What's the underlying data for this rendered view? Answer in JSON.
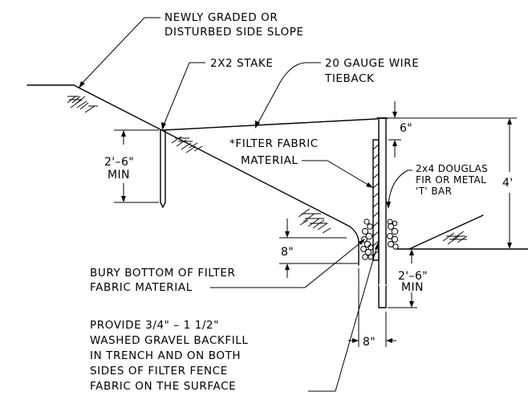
{
  "labels": {
    "slope_line1": "NEWLY GRADED OR",
    "slope_line2": "DISTURBED SIDE SLOPE",
    "stake": "2X2 STAKE",
    "wire_line1": "20 GAUGE WIRE",
    "wire_line2": "TIEBACK",
    "fabric_line1": "*FILTER FABRIC",
    "fabric_line2": "MATERIAL",
    "post_line1": "2x4 DOUGLAS",
    "post_line2": "FIR OR METAL",
    "post_line3": "'T' BAR",
    "bury_line1": "BURY BOTTOM OF FILTER",
    "bury_line2": "FABRIC MATERIAL",
    "gravel_line1": "PROVIDE 3/4\" – 1 1/2\"",
    "gravel_line2": "WASHED GRAVEL BACKFILL",
    "gravel_line3": "IN TRENCH AND ON BOTH",
    "gravel_line4": "SIDES OF FILTER FENCE",
    "gravel_line5": "FABRIC ON THE SURFACE"
  },
  "dimensions": {
    "stake_depth_line1": "2'–6\"",
    "stake_depth_line2": "MIN",
    "top_offset": "6\"",
    "fence_height": "4'",
    "trench_depth": "8\"",
    "post_depth_line1": "2'–6\"",
    "post_depth_line2": "MIN",
    "trench_width": "8\""
  },
  "colors": {
    "ink": "#000000",
    "background": "#ffffff"
  }
}
